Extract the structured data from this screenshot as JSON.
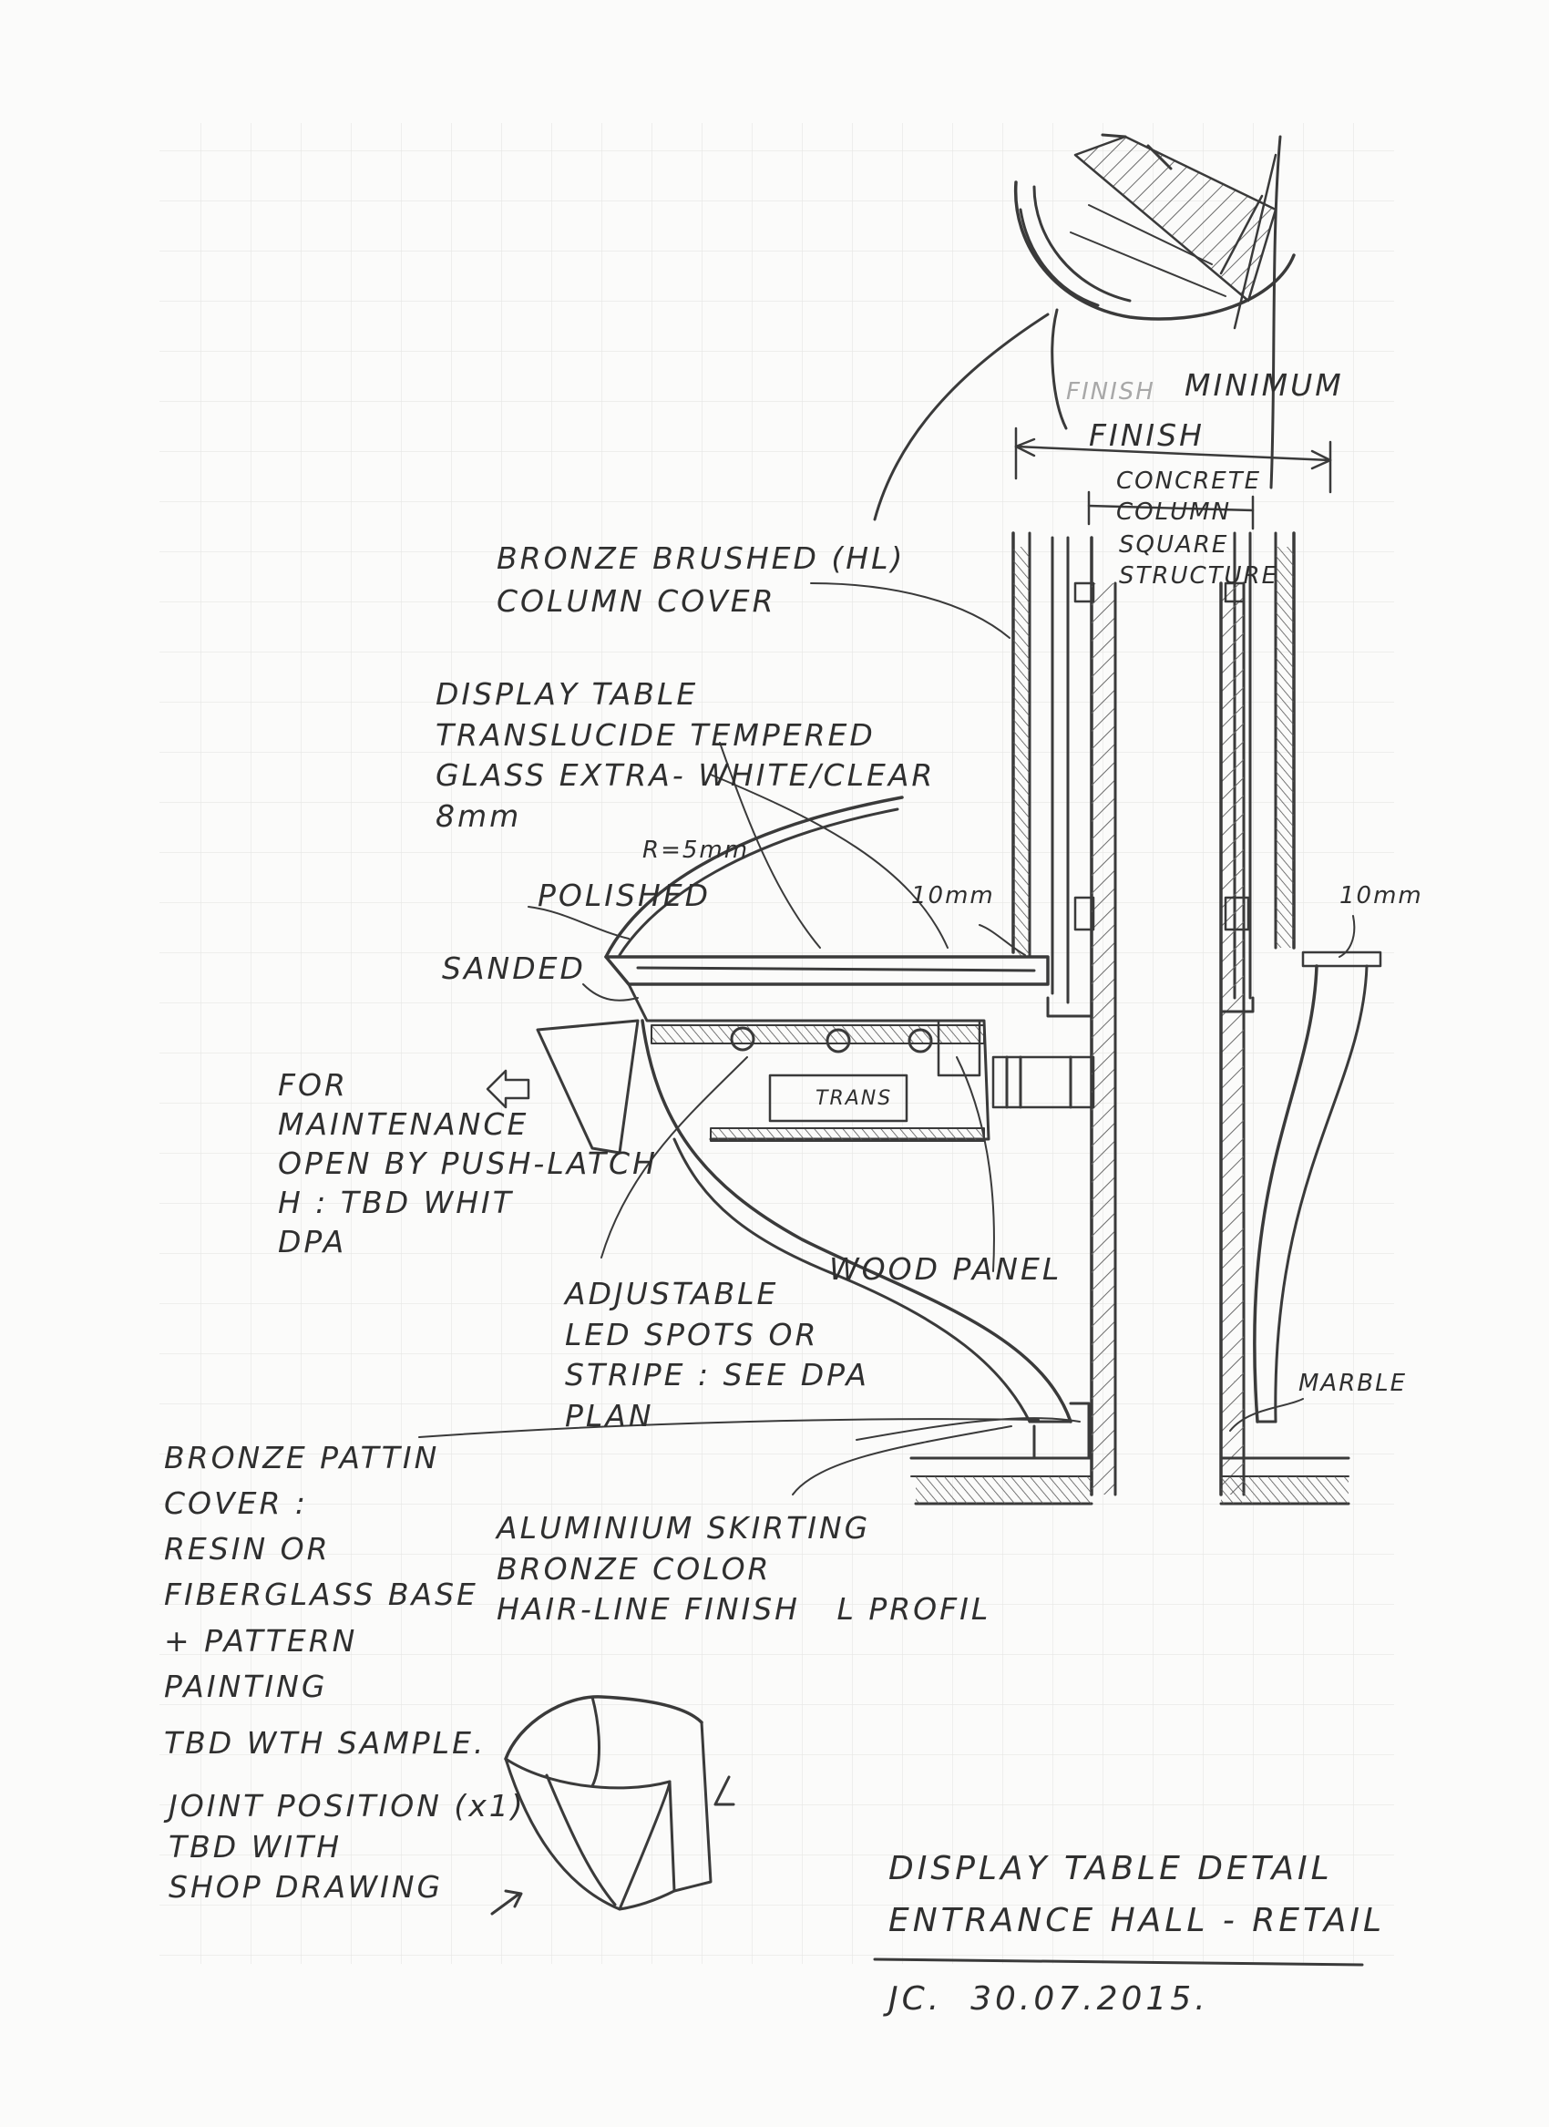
{
  "labels": {
    "finish_faint": "FINISH",
    "minimum": "MINIMUM",
    "finish": "FINISH",
    "concrete_column": "CONCRETE\nCOLUMN",
    "square_structure": "SQUARE\nSTRUCTURE",
    "bronze_brushed": "BRONZE BRUSHED (HL)\nCOLUMN COVER",
    "display_table": "DISPLAY TABLE\nTRANSLUCIDE TEMPERED\nGLASS EXTRA- WHITE/CLEAR\n8mm",
    "radius": "R=5mm",
    "polished": "POLISHED",
    "sanded": "SANDED",
    "ten_mm_left": "10mm",
    "ten_mm_right": "10mm",
    "trans": "TRANS",
    "maintenance": "FOR\nMAINTENANCE\nOPEN BY PUSH-LATCH\nH : TBD WHIT\nDPA",
    "wood_panel": "WOOD PANEL",
    "led_spots": "ADJUSTABLE\nLED SPOTS OR\nSTRIPE : SEE DPA\nPLAN",
    "marble": "MARBLE",
    "bronze_pattern": "BRONZE PATTIN\nCOVER :\nRESIN OR\nFIBERGLASS BASE\n+ PATTERN\nPAINTING",
    "aluminium_skirting": "ALUMINIUM SKIRTING\nBRONZE COLOR\nHAIR-LINE FINISH   L PROFIL",
    "tbd_sample": "TBD WTH SAMPLE.",
    "joint_position": "JOINT POSITION (x1)\nTBD WITH\nSHOP DRAWING"
  },
  "title_block": {
    "title": "DISPLAY TABLE DETAIL",
    "subtitle": "ENTRANCE HALL - RETAIL",
    "signature": "JC.  30.07.2015."
  }
}
